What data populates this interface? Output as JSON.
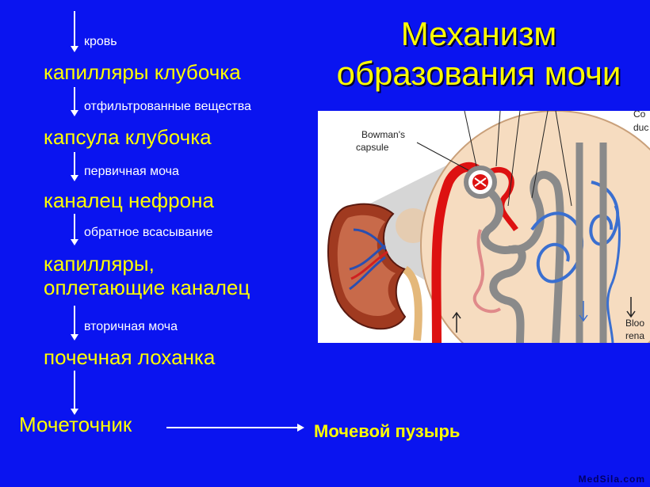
{
  "title": {
    "line1": "Механизм",
    "line2": "образования мочи"
  },
  "flow": {
    "blood": "кровь",
    "glomerular_capillaries": "капилляры клубочка",
    "filtered_substances": "отфильтрованные вещества",
    "glomerular_capsule": "капсула клубочка",
    "primary_urine": "первичная моча",
    "nephron_tubule": "каналец нефрона",
    "reabsorption": "обратное всасывание",
    "braiding_capillaries_1": "капилляры,",
    "braiding_capillaries_2": "оплетающие каналец",
    "secondary_urine": "вторичная моча",
    "renal_pelvis": "почечная лоханка",
    "ureter": "Мочеточник",
    "bladder": "Мочевой пузырь"
  },
  "figure": {
    "label_bowman_1": "Bowman's",
    "label_bowman_2": "capsule",
    "label_collecting_1": "Co",
    "label_collecting_2": "duc",
    "label_blood_1": "Bloo",
    "label_blood_2": "rena"
  },
  "watermark": "MedSila.com",
  "colors": {
    "background": "#0a14f0",
    "stage_text": "#ffff00",
    "transit_text": "#ffffff",
    "artery": "#dd1111",
    "vein": "#3a6fd0",
    "tubule": "#8a8a8a",
    "tissue": "#f6dcc0"
  }
}
